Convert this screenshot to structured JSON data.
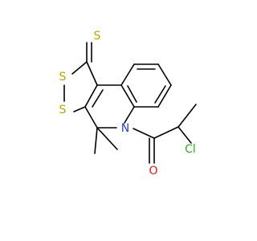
{
  "structure": {
    "colors": {
      "bond": "#000000",
      "sulfur": "#b8a500",
      "nitrogen": "#2f3fd6",
      "oxygen": "#e11a10",
      "chlorine": "#2eb51f"
    },
    "atoms": {
      "thione_s": "S",
      "ring_s_upper": "S",
      "ring_s_lower": "S",
      "ring_n": "N",
      "carbonyl_o": "O",
      "chloro": "Cl"
    }
  }
}
